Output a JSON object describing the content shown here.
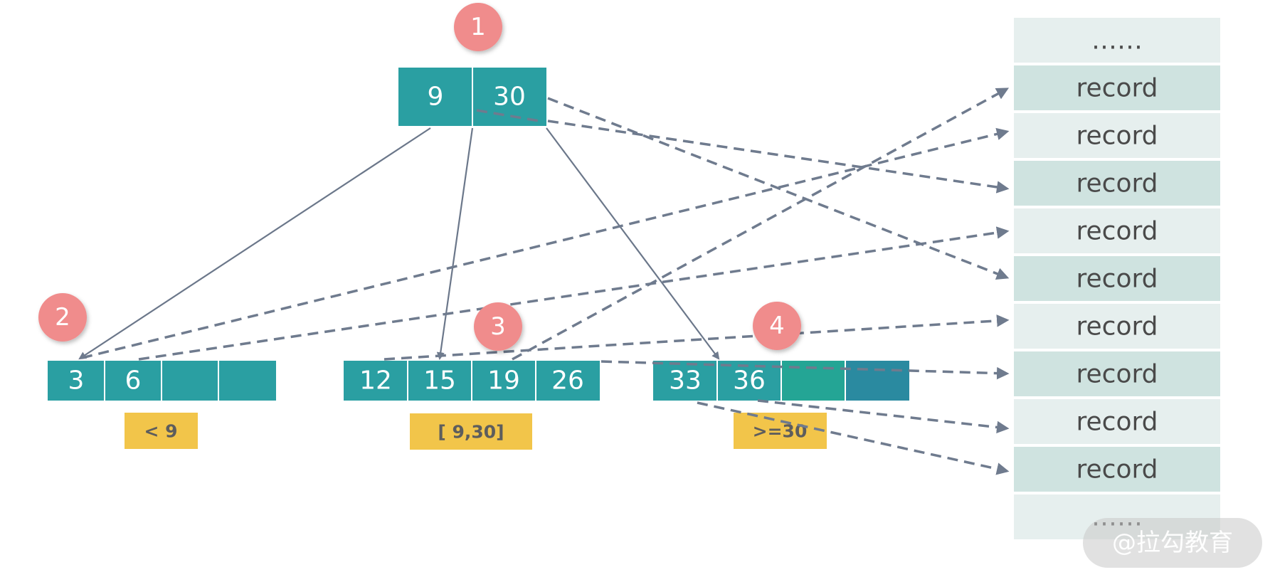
{
  "badges": [
    "1",
    "2",
    "3",
    "4"
  ],
  "root": {
    "keys": [
      "9",
      "30"
    ]
  },
  "leaves": [
    {
      "keys": [
        "3",
        "6",
        "",
        ""
      ],
      "range": "< 9"
    },
    {
      "keys": [
        "12",
        "15",
        "19",
        "26"
      ],
      "range": "[ 9,30]"
    },
    {
      "keys": [
        "33",
        "36",
        "",
        ""
      ],
      "range": ">=30"
    }
  ],
  "records": [
    "……",
    "record",
    "record",
    "record",
    "record",
    "record",
    "record",
    "record",
    "record",
    "record",
    "……"
  ],
  "watermark": "@拉勾教育",
  "colors": {
    "node_cell": "#2a9fa2",
    "badge": "#f08c8c",
    "range_label": "#f2c54a",
    "record_light": "#e6efee",
    "record_dark": "#cfe3e0",
    "arrow": "#6f7b8e"
  }
}
